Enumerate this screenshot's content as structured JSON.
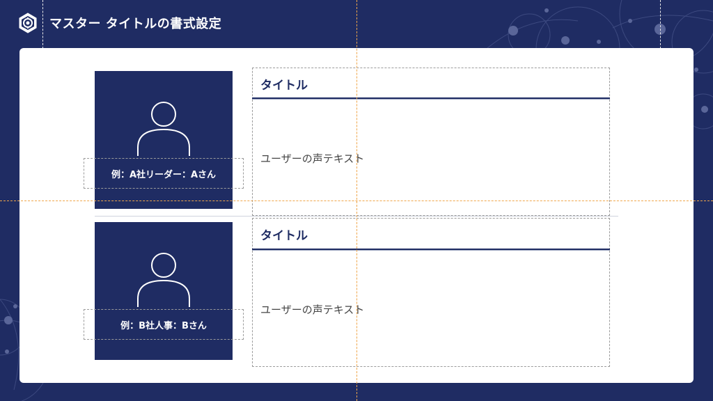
{
  "header": {
    "title": "マスター タイトルの書式設定",
    "logo_icon": "hex-gear-icon"
  },
  "colors": {
    "background": "#1f2c63",
    "slide": "#ffffff",
    "accent_navy": "#1f2c63",
    "guide": "#f0a64a",
    "placeholder_border": "#9b9b9b"
  },
  "cards": [
    {
      "avatar_icon": "person-icon",
      "name": "例：A社リーダー：Aさん",
      "title": "タイトル",
      "body": "ユーザーの声テキスト"
    },
    {
      "avatar_icon": "person-icon",
      "name": "例：B社人事：Bさん",
      "title": "タイトル",
      "body": "ユーザーの声テキスト"
    }
  ]
}
